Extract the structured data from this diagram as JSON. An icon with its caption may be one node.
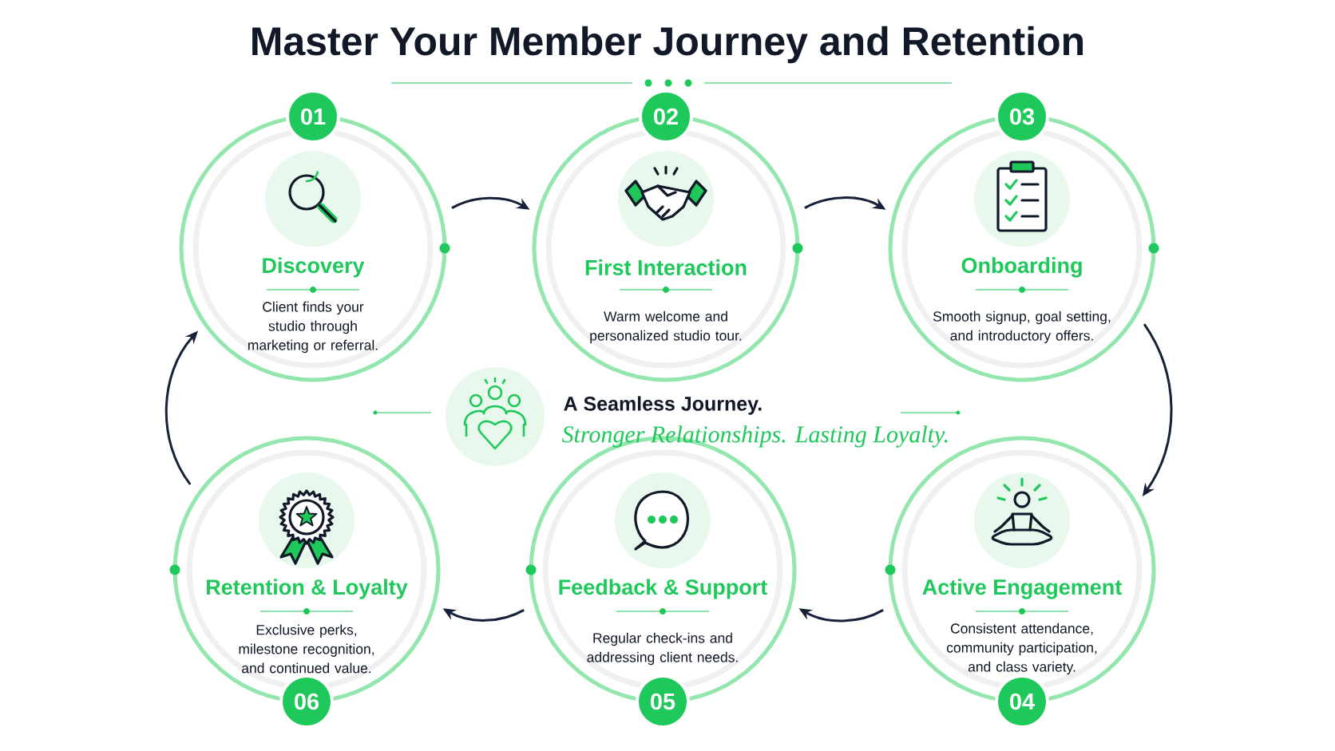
{
  "diagram": {
    "title": "Master Your Member Journey and Retention",
    "nodes": [
      {
        "text": [
          "Discovery",
          "Client finds your studio through marketing or referral."
        ],
        "beside": [
          "01"
        ]
      },
      {
        "text": [
          "First Interaction",
          "Warm welcome and personalized studio tour."
        ],
        "beside": [
          "02"
        ]
      },
      {
        "text": [
          "Onboarding",
          "Smooth signup, goal setting, and introductory offers."
        ],
        "beside": [
          "03"
        ]
      },
      {
        "text": [
          "Active Engagement",
          "Consistent attendance, community participation, and class variety."
        ],
        "beside": [
          "04"
        ]
      },
      {
        "text": [
          "Feedback & Support",
          "Regular check-ins and addressing client needs."
        ],
        "beside": [
          "05"
        ]
      },
      {
        "text": [
          "Retention & Loyalty",
          "Exclusive perks, milestone recognition, and continued value."
        ],
        "beside": [
          "06"
        ]
      }
    ],
    "edges": [
      {
        "from": 0,
        "to": 1,
        "arrow": "to"
      },
      {
        "from": 1,
        "to": 2,
        "arrow": "to"
      },
      {
        "from": 2,
        "to": 3,
        "arrow": "to"
      },
      {
        "from": 3,
        "to": 4,
        "arrow": "to"
      },
      {
        "from": 4,
        "to": 5,
        "arrow": "to"
      },
      {
        "from": 5,
        "to": 0,
        "arrow": "to"
      }
    ],
    "labels": [
      "A Seamless Journey.",
      "Stronger Relationships. Lasting Loyalty."
    ]
  }
}
